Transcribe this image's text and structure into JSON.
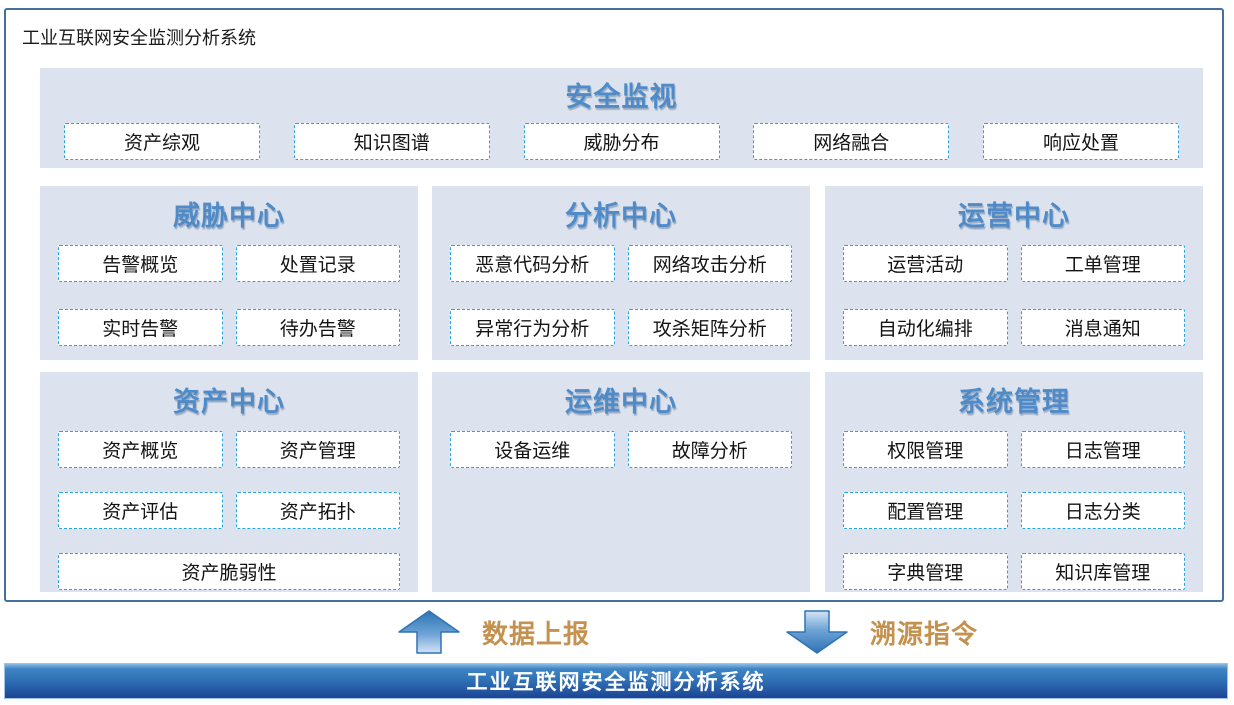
{
  "page_title": "工业互联网安全监测分析系统",
  "colors": {
    "frame_border": "#44709D",
    "panel_background": "#DCE3EF",
    "heading_blue": "#4E8BC8",
    "chip_dashed_border": "#29A3E0",
    "flow_label_orange": "#C4914F",
    "arrow_blue_dark": "#2E74B5",
    "arrow_blue_light": "#C9DCF0",
    "bar_gradient_top": "#3F85C6",
    "bar_gradient_bottom": "#1D4494",
    "bar_text": "#FFFFFF"
  },
  "top_band": {
    "title": "安全监视",
    "items": [
      "资产综观",
      "知识图谱",
      "威胁分布",
      "网络融合",
      "响应处置"
    ]
  },
  "sections": [
    {
      "title": "威胁中心",
      "items": [
        "告警概览",
        "处置记录",
        "实时告警",
        "待办告警"
      ]
    },
    {
      "title": "分析中心",
      "items": [
        "恶意代码分析",
        "网络攻击分析",
        "异常行为分析",
        "攻杀矩阵分析"
      ]
    },
    {
      "title": "运营中心",
      "items": [
        "运营活动",
        "工单管理",
        "自动化编排",
        "消息通知"
      ]
    },
    {
      "title": "资产中心",
      "items": [
        "资产概览",
        "资产管理",
        "资产评估",
        "资产拓扑"
      ],
      "wide_item": "资产脆弱性"
    },
    {
      "title": "运维中心",
      "items": [
        "设备运维",
        "故障分析"
      ]
    },
    {
      "title": "系统管理",
      "items": [
        "权限管理",
        "日志管理",
        "配置管理",
        "日志分类",
        "字典管理",
        "知识库管理"
      ]
    }
  ],
  "flows": {
    "up_label": "数据上报",
    "down_label": "溯源指令"
  },
  "footer_bar": {
    "label": "工业互联网安全监测分析系统"
  }
}
